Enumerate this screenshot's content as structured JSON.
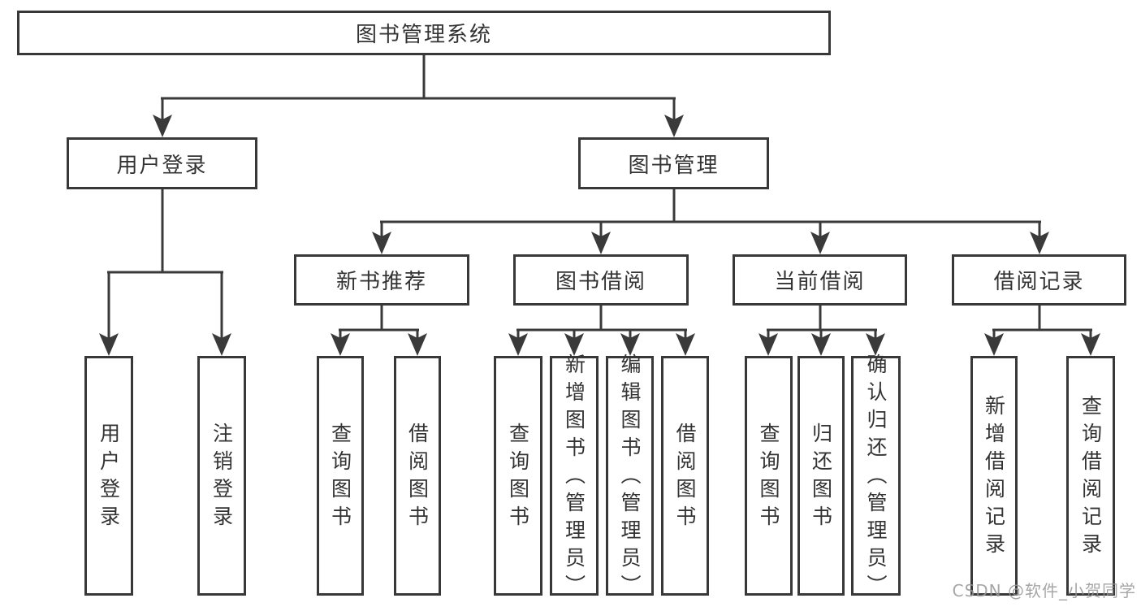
{
  "tree": {
    "label": "图书管理系统",
    "children": [
      {
        "label": "用户登录",
        "children": [
          {
            "label": "用户登录"
          },
          {
            "label": "注销登录"
          }
        ]
      },
      {
        "label": "图书管理",
        "children": [
          {
            "label": "新书推荐",
            "children": [
              {
                "label": "查询图书"
              },
              {
                "label": "借阅图书"
              }
            ]
          },
          {
            "label": "图书借阅",
            "children": [
              {
                "label": "查询图书"
              },
              {
                "label": "新增图书（管理员）"
              },
              {
                "label": "编辑图书（管理员）"
              },
              {
                "label": "借阅图书"
              }
            ]
          },
          {
            "label": "当前借阅",
            "children": [
              {
                "label": "查询图书"
              },
              {
                "label": "归还图书"
              },
              {
                "label": "确认归还（管理员）"
              }
            ]
          },
          {
            "label": "借阅记录",
            "children": [
              {
                "label": "新增借阅记录"
              },
              {
                "label": "查询借阅记录"
              }
            ]
          }
        ]
      }
    ]
  },
  "watermark": "CSDN @软件_小贺同学",
  "colors": {
    "line": "#3a3a3a",
    "border": "#383838",
    "text": "#333333",
    "background": "#ffffff",
    "watermark": "#969696"
  }
}
